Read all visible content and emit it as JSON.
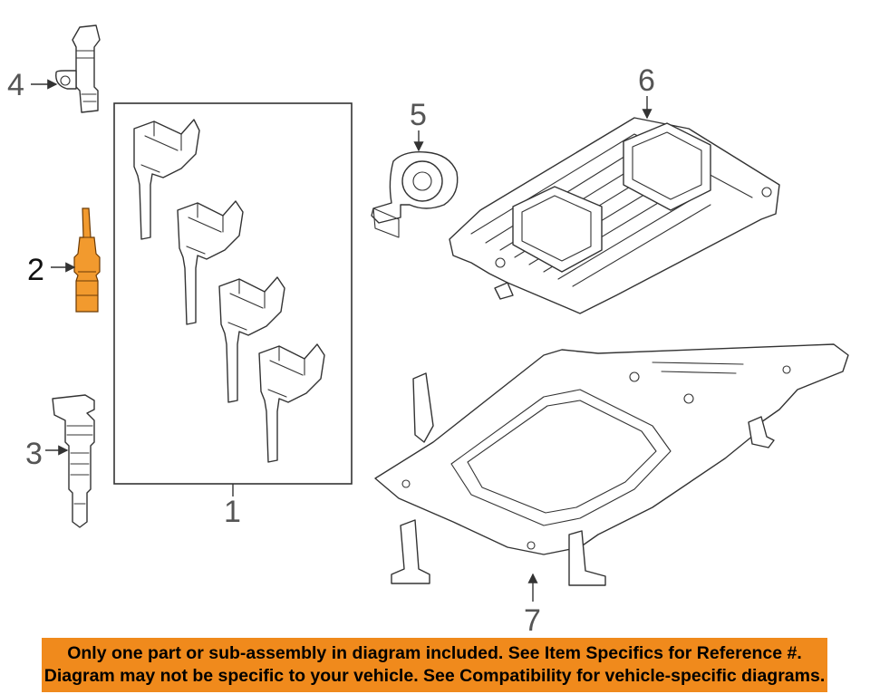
{
  "diagram": {
    "callouts": [
      {
        "id": "1",
        "label": "1"
      },
      {
        "id": "2",
        "label": "2"
      },
      {
        "id": "3",
        "label": "3"
      },
      {
        "id": "4",
        "label": "4"
      },
      {
        "id": "5",
        "label": "5"
      },
      {
        "id": "6",
        "label": "6"
      },
      {
        "id": "7",
        "label": "7"
      }
    ],
    "highlight_color": "#f29a2e",
    "line_color": "#333333"
  },
  "notice": {
    "line1": "Only one part or sub-assembly in diagram included. See Item Specifics for Reference #.",
    "line2": "Diagram may not be specific to your vehicle. See Compatibility for vehicle-specific diagrams.",
    "background_color": "#f08a1c"
  }
}
